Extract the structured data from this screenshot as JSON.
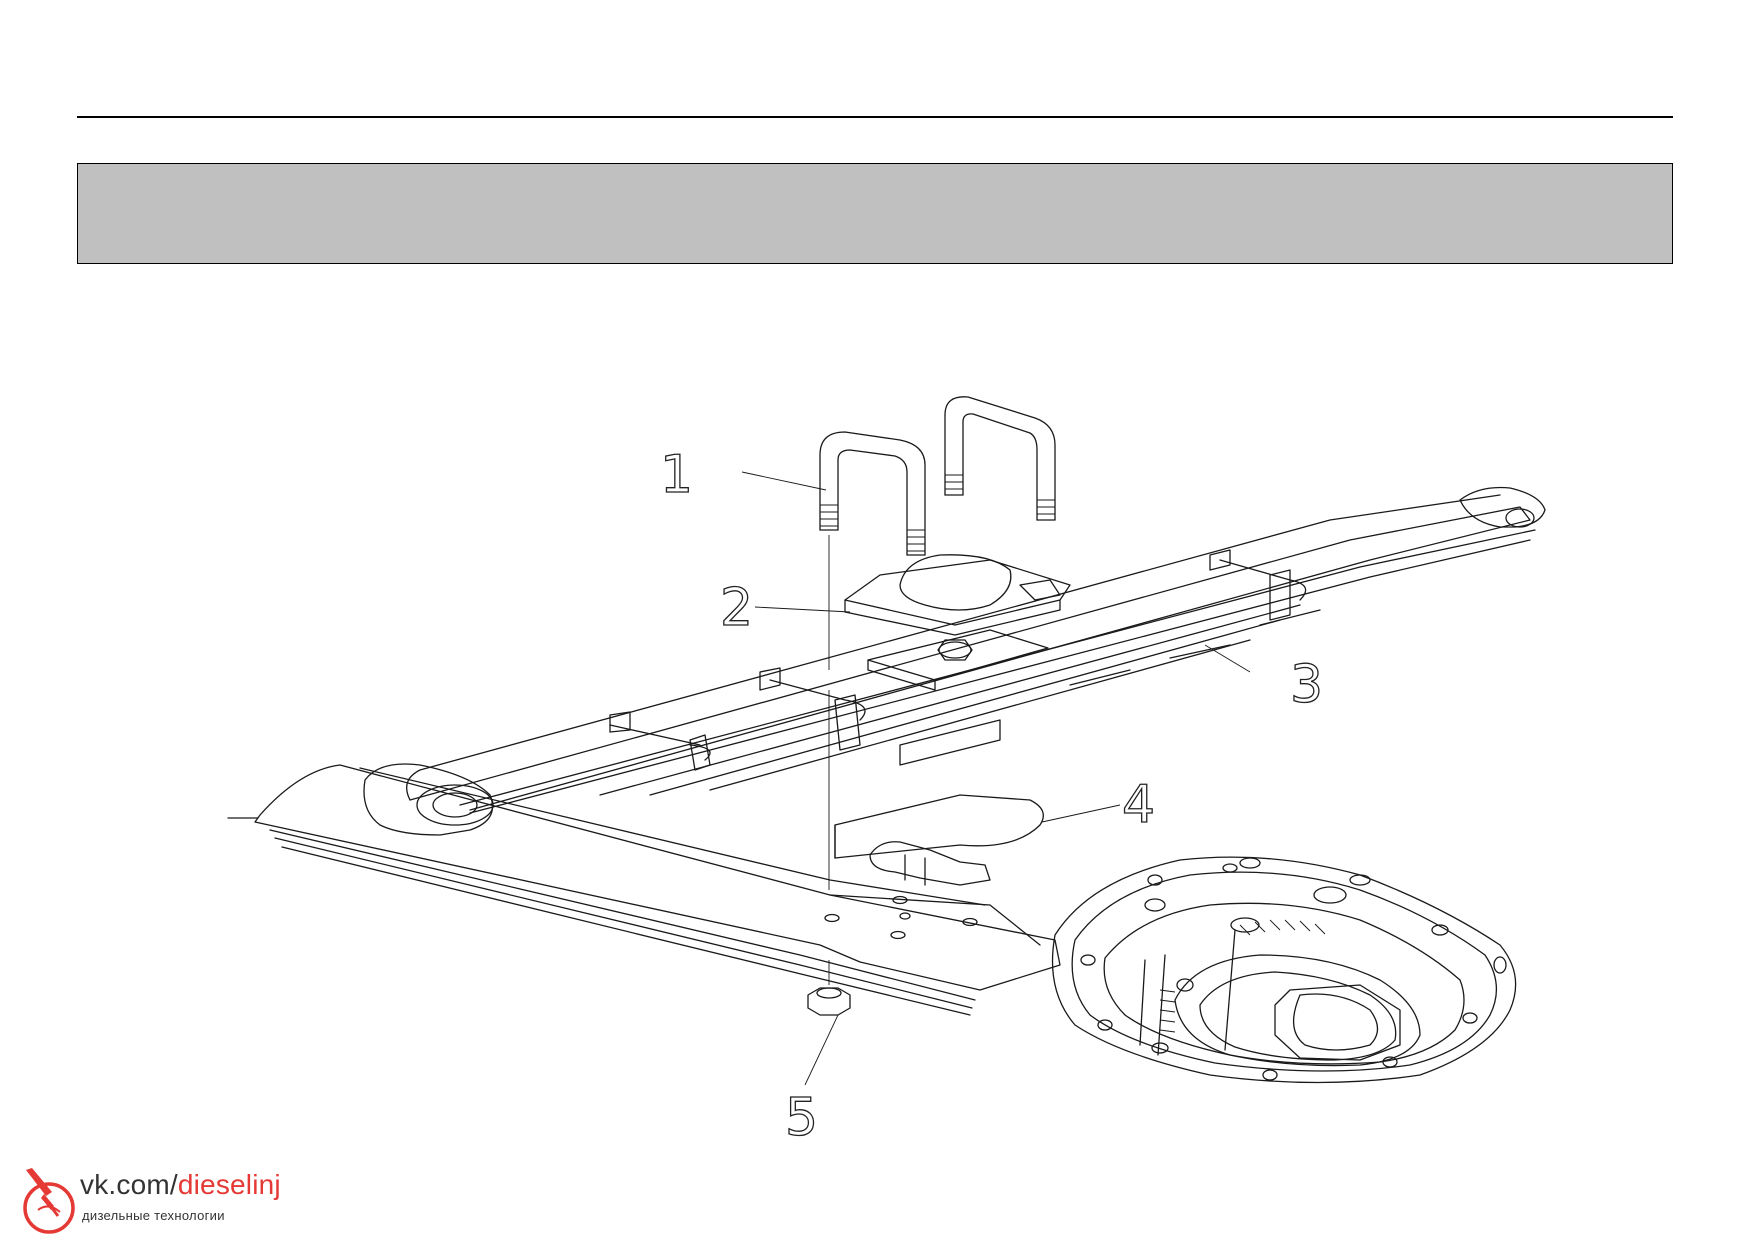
{
  "callouts": [
    {
      "id": "1",
      "label": "1"
    },
    {
      "id": "2",
      "label": "2"
    },
    {
      "id": "3",
      "label": "3"
    },
    {
      "id": "4",
      "label": "4"
    },
    {
      "id": "5",
      "label": "5"
    }
  ],
  "watermark": {
    "site": "vk.com/",
    "handle": "dieselinj",
    "subtitle": "дизельные технологии",
    "accent_color": "#e53935",
    "icon": "injector-logo-icon"
  }
}
